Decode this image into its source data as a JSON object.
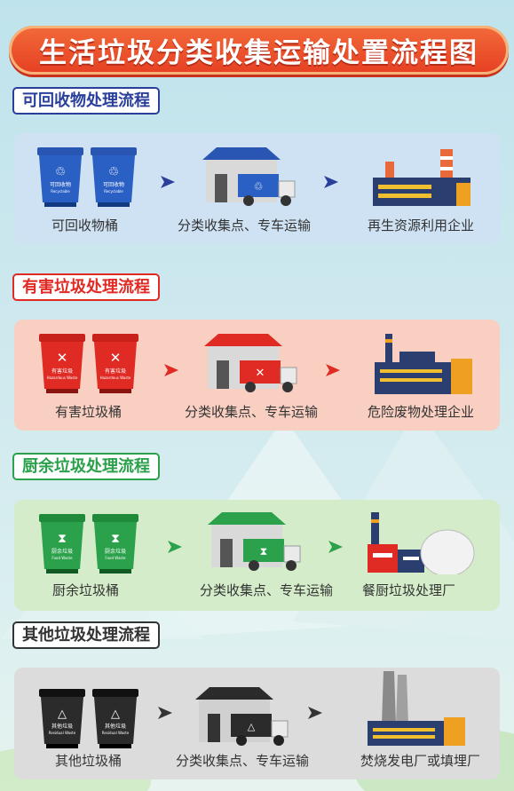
{
  "title": "生活垃圾分类收集运输处置流程图",
  "sections": [
    {
      "title": "可回收物处理流程",
      "color": "#2a3f9a",
      "card_bg": "#cfe2f3",
      "steps": [
        "可回收物桶",
        "分类收集点、专车运输",
        "再生资源利用企业"
      ],
      "bin_label": "可回收物",
      "bin_label_en": "Recyclable"
    },
    {
      "title": "有害垃圾处理流程",
      "color": "#e02a24",
      "card_bg": "#f9cfc2",
      "steps": [
        "有害垃圾桶",
        "分类收集点、专车运输",
        "危险废物处理企业"
      ],
      "bin_label": "有害垃圾",
      "bin_label_en": "Hazardous Waste"
    },
    {
      "title": "厨余垃圾处理流程",
      "color": "#2aa14a",
      "card_bg": "#d4ecc9",
      "steps": [
        "厨余垃圾桶",
        "分类收集点、专车运输",
        "餐厨垃圾处理厂"
      ],
      "bin_label": "厨余垃圾",
      "bin_label_en": "Food Waste"
    },
    {
      "title": "其他垃圾处理流程",
      "color": "#333333",
      "card_bg": "#dcdcdc",
      "steps": [
        "其他垃圾桶",
        "分类收集点、专车运输",
        "焚烧发电厂或填埋厂"
      ],
      "bin_label": "其他垃圾",
      "bin_label_en": "Residual Waste"
    }
  ]
}
